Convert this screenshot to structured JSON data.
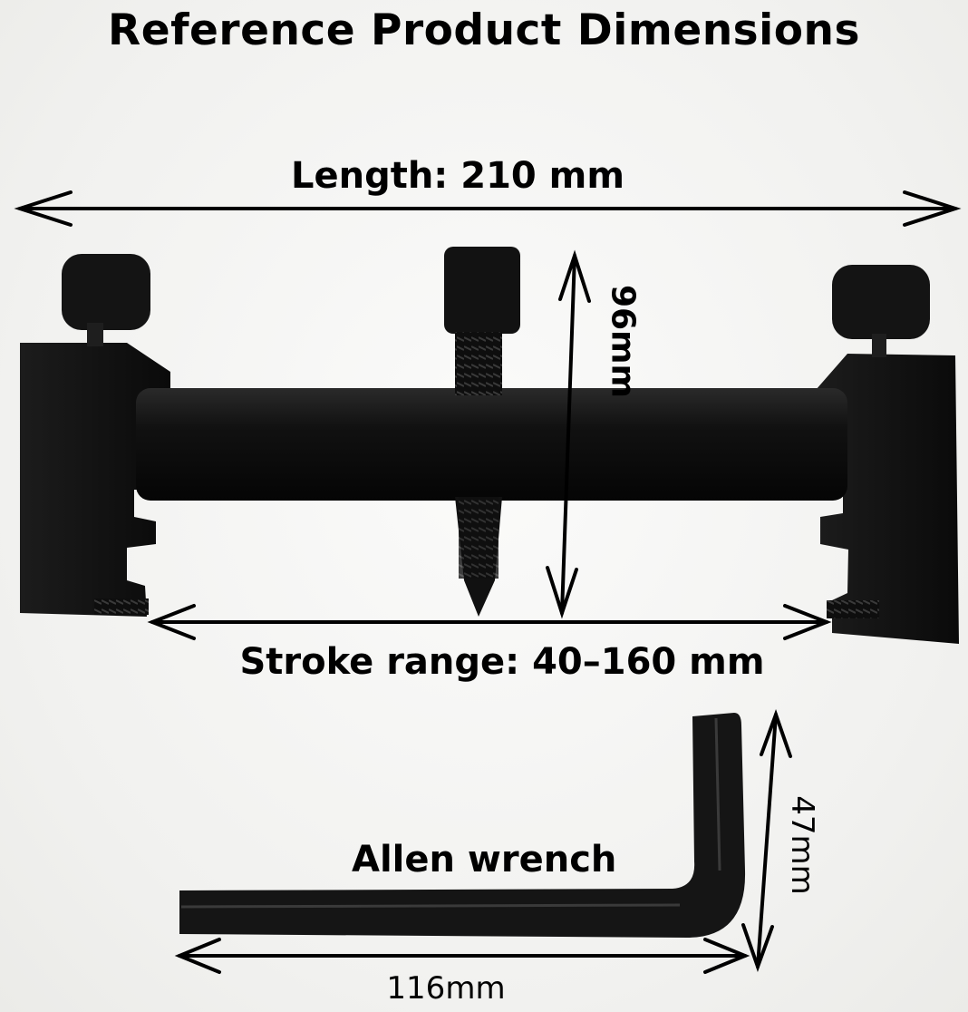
{
  "title": "Reference Product Dimensions",
  "dimensions": {
    "length": "Length: 210 mm",
    "height": "96mm",
    "stroke": "Stroke range: 40–160 mm"
  },
  "wrench": {
    "label": "Allen wrench",
    "length": "116mm",
    "height": "47mm"
  },
  "colors": {
    "tool": "#111111",
    "arrow": "#000000",
    "background": "#f4f4f2"
  }
}
